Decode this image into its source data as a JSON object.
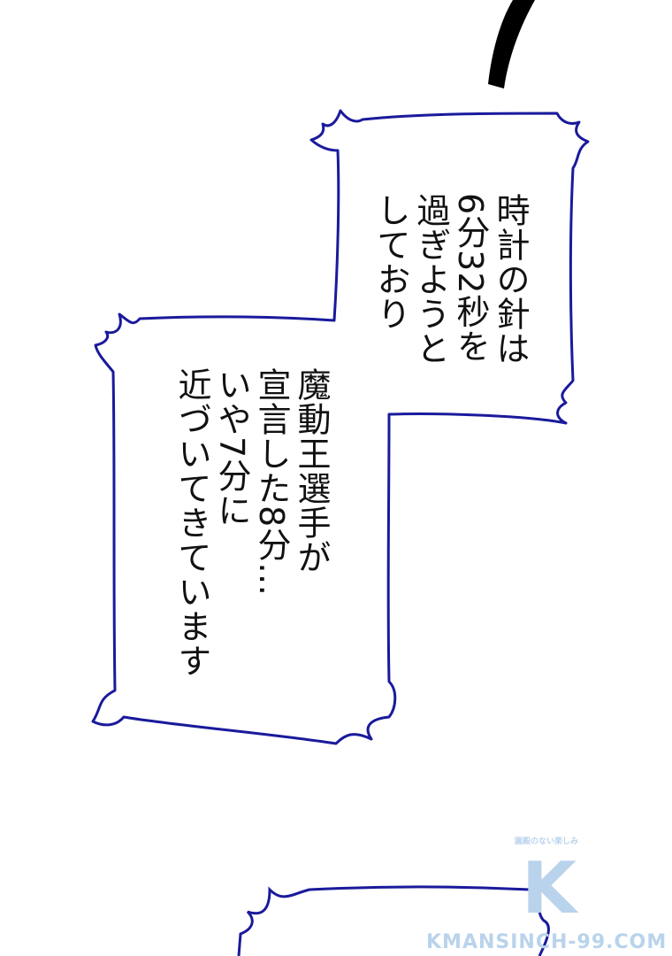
{
  "bubble_1": {
    "lines": [
      "時計の針は",
      "6分32秒を",
      "過ぎようと",
      "しており"
    ]
  },
  "bubble_2": {
    "lines": [
      "魔動王選手が",
      "宣言した8分…",
      "いや7分に",
      "近づいてきています"
    ]
  },
  "watermark": {
    "tagline": "園殿のない楽しみ",
    "letter": "K",
    "site": "KMANSINCH-99.COM"
  },
  "colors": {
    "bubble_outline": "#1a1a9c",
    "watermark": "#b9d3ec",
    "text": "#111111"
  }
}
